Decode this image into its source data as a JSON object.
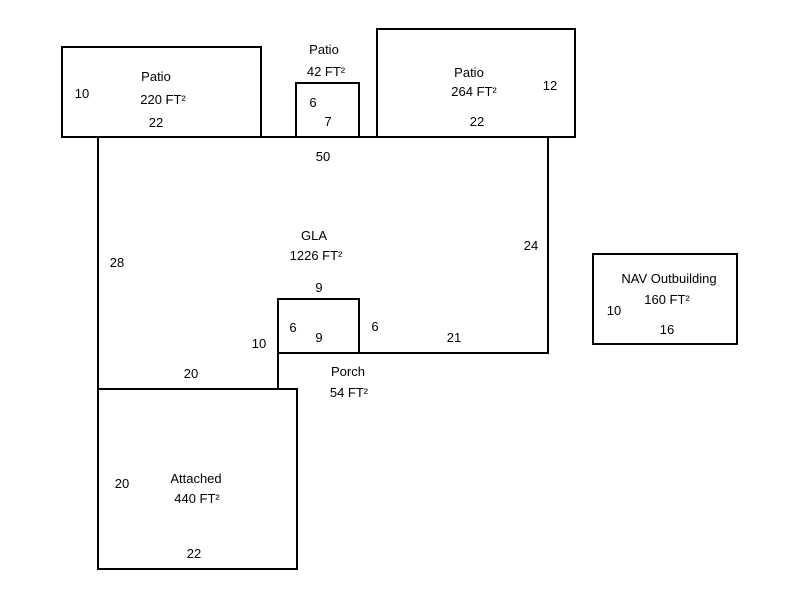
{
  "areas": {
    "patio_left": {
      "name": "Patio",
      "area": "220 FT²",
      "dims": [
        "10",
        "22"
      ]
    },
    "patio_small": {
      "name": "Patio",
      "area": "42 FT²",
      "dims": [
        "6",
        "7"
      ]
    },
    "patio_right": {
      "name": "Patio",
      "area": "264 FT²",
      "dims": [
        "12",
        "22"
      ]
    },
    "gla": {
      "name": "GLA",
      "area": "1226 FT²",
      "dims": [
        "50",
        "28",
        "24",
        "21",
        "10",
        "20"
      ]
    },
    "porch": {
      "name": "Porch",
      "area": "54 FT²",
      "dims": [
        "9",
        "6",
        "9",
        "6"
      ]
    },
    "attached": {
      "name": "Attached",
      "area": "440 FT²",
      "dims": [
        "20",
        "22"
      ]
    },
    "outbuilding": {
      "name": "NAV Outbuilding",
      "area": "160 FT²",
      "dims": [
        "10",
        "16"
      ]
    }
  }
}
